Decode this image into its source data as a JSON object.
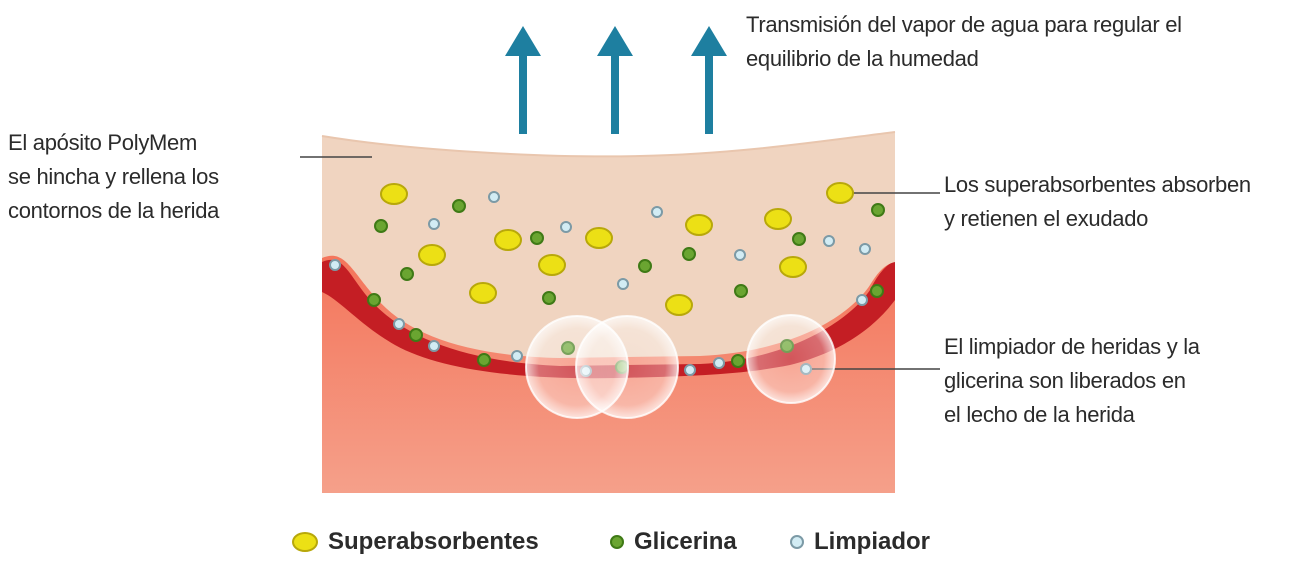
{
  "labels": {
    "vapor": [
      "Transmisión del vapor de agua para regular el",
      "equilibrio de la humedad"
    ],
    "dressing": [
      "El apósito PolyMem",
      "se hincha y rellena los",
      "contornos de la herida"
    ],
    "superabsorbents": [
      "Los superabsorbentes absorben",
      "y retienen el exudado"
    ],
    "cleanser": [
      "El limpiador de heridas y la",
      "glicerina son liberados en",
      "el lecho de la herida"
    ]
  },
  "legend": {
    "superabsorbents": "Superabsorbentes",
    "glycerin": "Glicerina",
    "cleanser": "Limpiador"
  },
  "colors": {
    "arrow": "#1e7fa0",
    "dressing": "#f0d4c0",
    "wound_bed": "#f06c52",
    "exudate_layer": "#c41e24",
    "superabsorbent": "#ece015",
    "glycerin": "#6aa531",
    "cleanser": "#d2ecf4"
  }
}
